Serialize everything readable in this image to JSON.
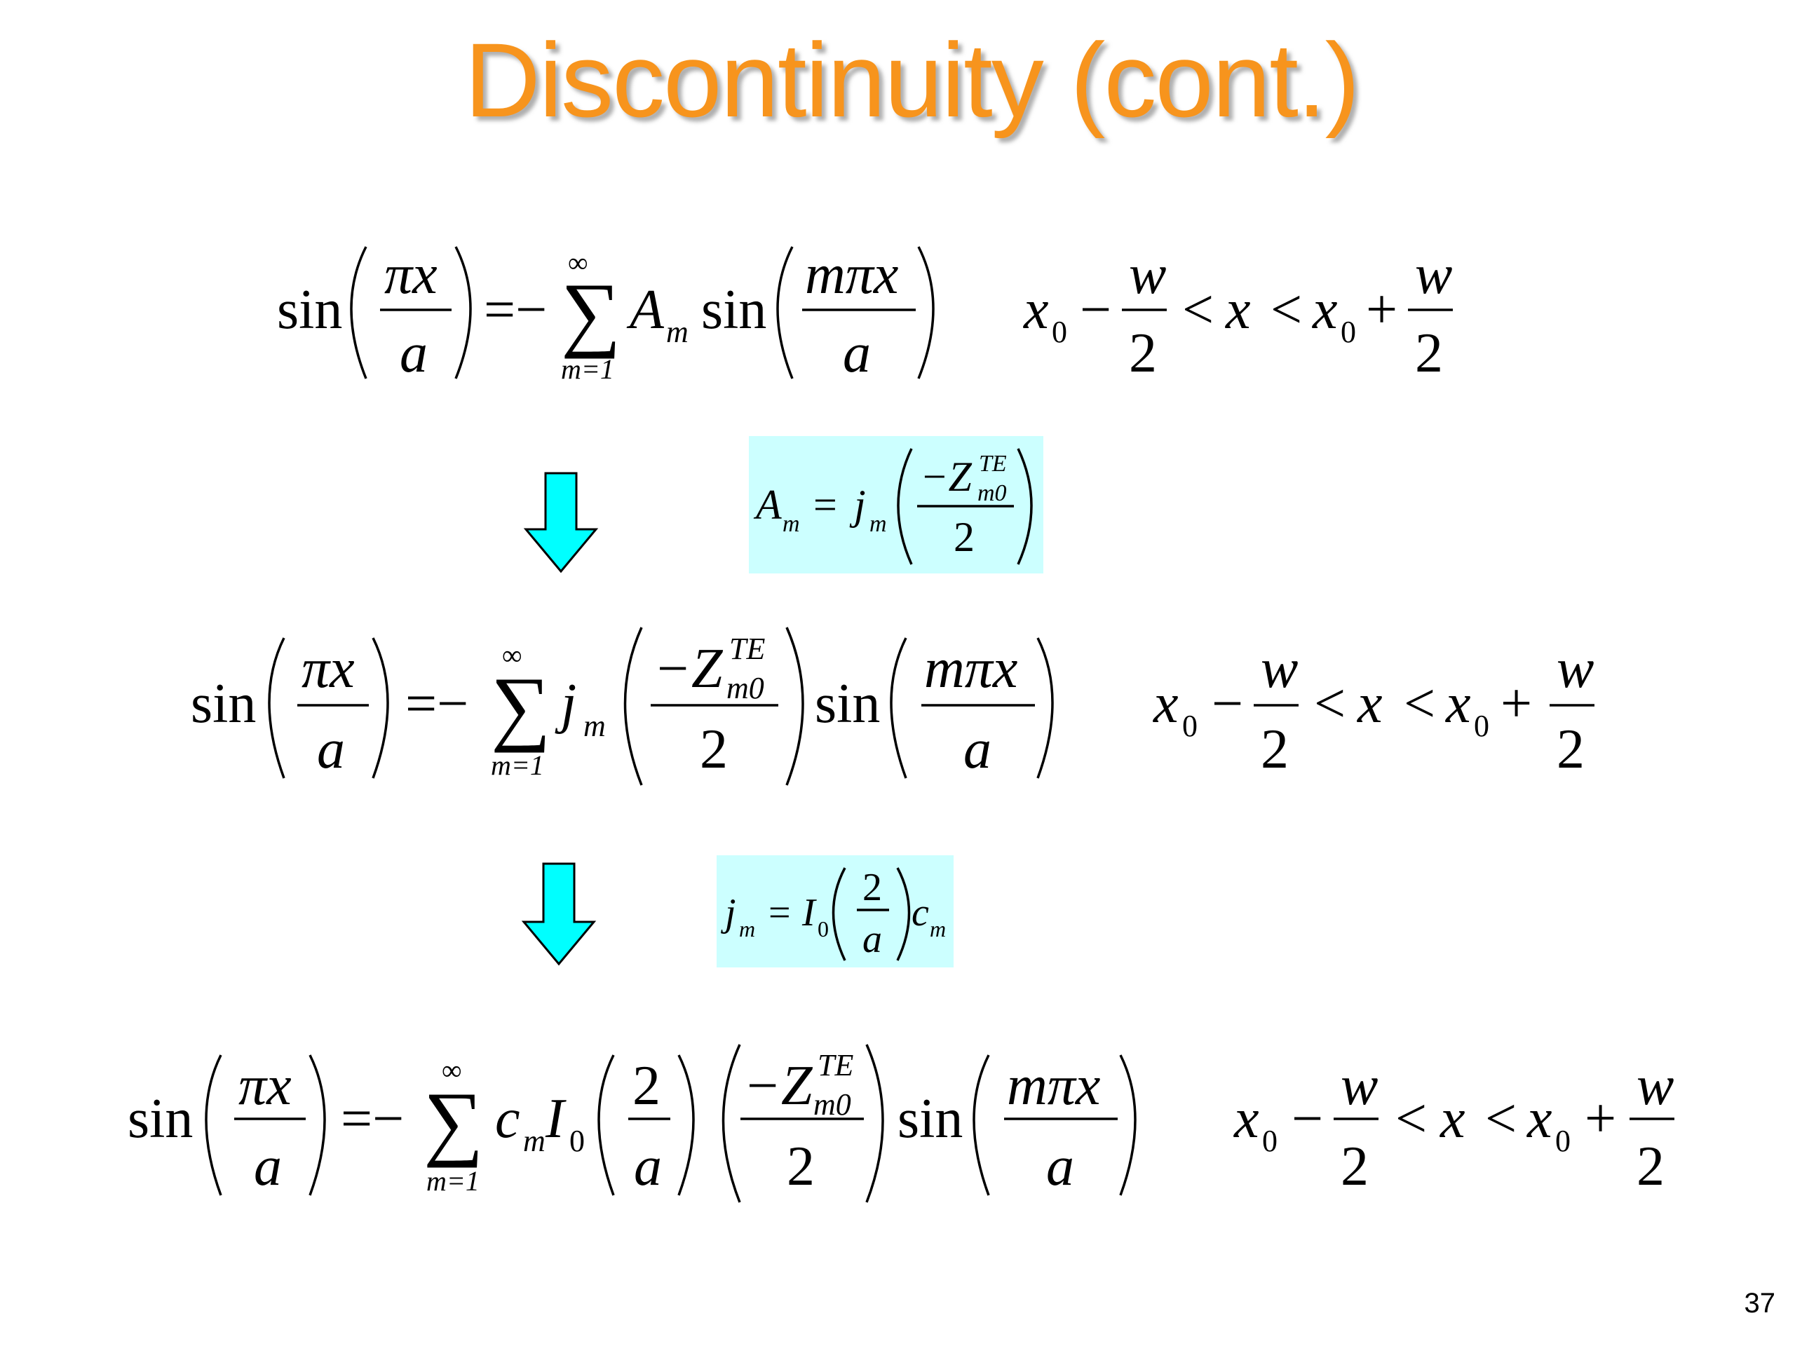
{
  "slide": {
    "title": "Discontinuity (cont.)",
    "page_number": "37"
  },
  "symbols": {
    "sin": "sin",
    "pi_x": "πx",
    "m_pi_x": "mπx",
    "a": "a",
    "equals_minus": "=−",
    "sum": "∑",
    "infinity": "∞",
    "sum_lower": "m=1",
    "A": "A",
    "m": "m",
    "j": "j",
    "c": "c",
    "I": "I",
    "zero": "0",
    "two": "2",
    "neg_Z": "−Z",
    "TE": "TE",
    "m0": "m0",
    "x": "x",
    "w": "w",
    "minus": "−",
    "plus": "+",
    "less_than": "<",
    "equals": "="
  },
  "colors": {
    "title": "#f7941d",
    "highlight_box": "#ccffff",
    "arrow": "#00ffff"
  },
  "icons": [
    "down-arrow-icon",
    "down-arrow-icon"
  ]
}
